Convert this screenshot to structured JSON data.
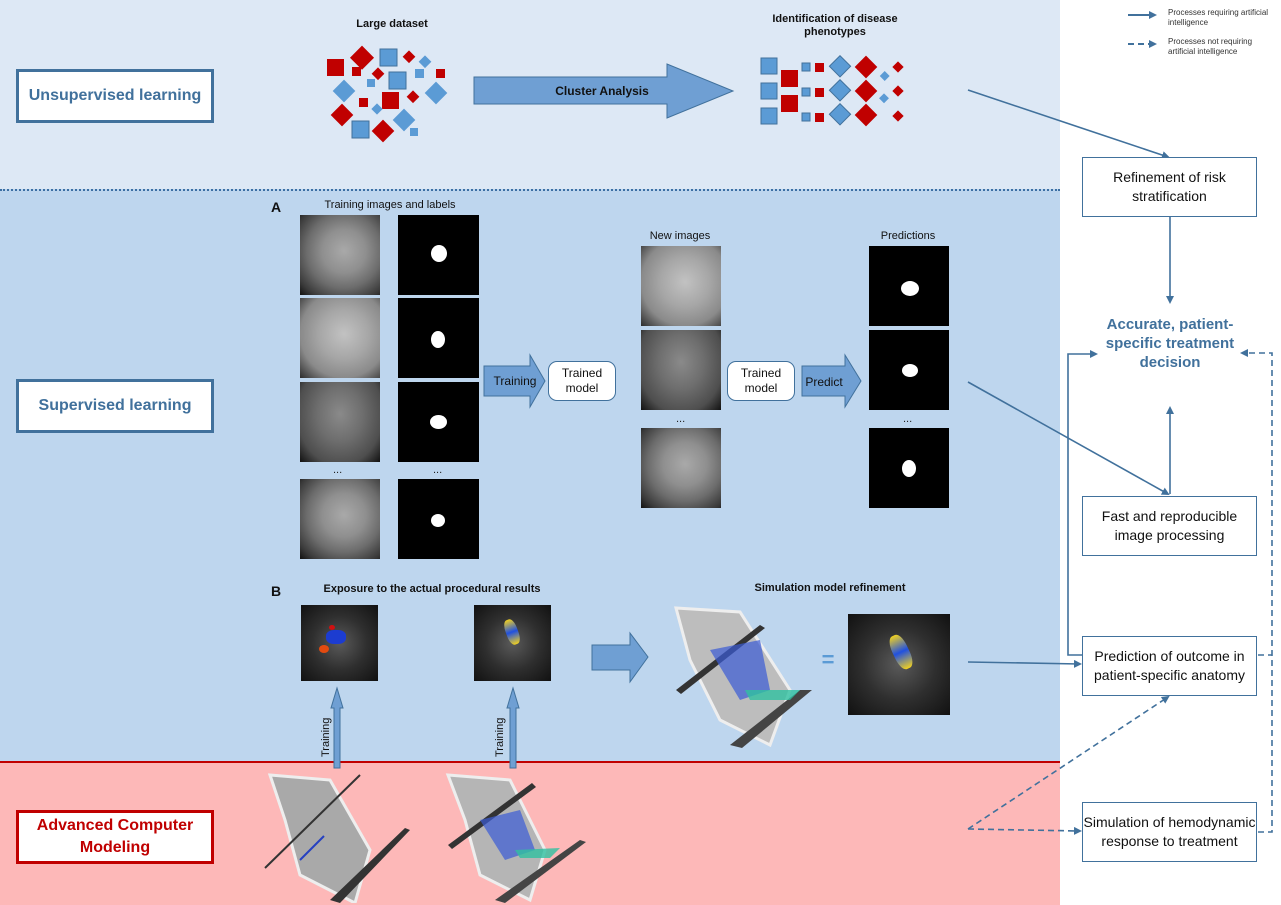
{
  "legend": {
    "ai": "Processes requiring artificial intelligence",
    "non_ai": "Processes not requiring artificial intelligence",
    "ai_icon": "solid-arrow",
    "non_ai_icon": "dashed-arrow"
  },
  "sections": {
    "unsupervised": "Unsupervised learning",
    "supervised": "Supervised learning",
    "advanced": "Advanced Computer Modeling"
  },
  "unsupervised": {
    "dataset_title": "Large dataset",
    "arrow_label": "Cluster Analysis",
    "phenotypes_title": "Identification of disease phenotypes"
  },
  "panel_a": {
    "letter": "A",
    "training_title": "Training images and labels",
    "ellipsis": "...",
    "training_arrow": "Training",
    "trained_model": "Trained model",
    "new_images_title": "New images",
    "predict_arrow": "Predict",
    "predictions_title": "Predictions"
  },
  "panel_b": {
    "letter": "B",
    "exposure_title": "Exposure to the actual procedural results",
    "simulation_title": "Simulation model refinement",
    "equals": "=",
    "training_label_1": "Training",
    "training_label_2": "Training"
  },
  "outcomes": {
    "risk": "Refinement of risk stratification",
    "goal": "Accurate, patient-specific treatment decision",
    "image_processing": "Fast and reproducible image processing",
    "prediction": "Prediction of outcome in patient-specific anatomy",
    "simulation": "Simulation of hemodynamic response to treatment"
  },
  "colors": {
    "ai_blue": "#41719c",
    "shape_red": "#c00000",
    "shape_blue": "#5b9bd5",
    "unsup_bg": "#dde8f5",
    "sup_bg": "#bed6ee",
    "adv_bg": "#fdb8b8"
  }
}
